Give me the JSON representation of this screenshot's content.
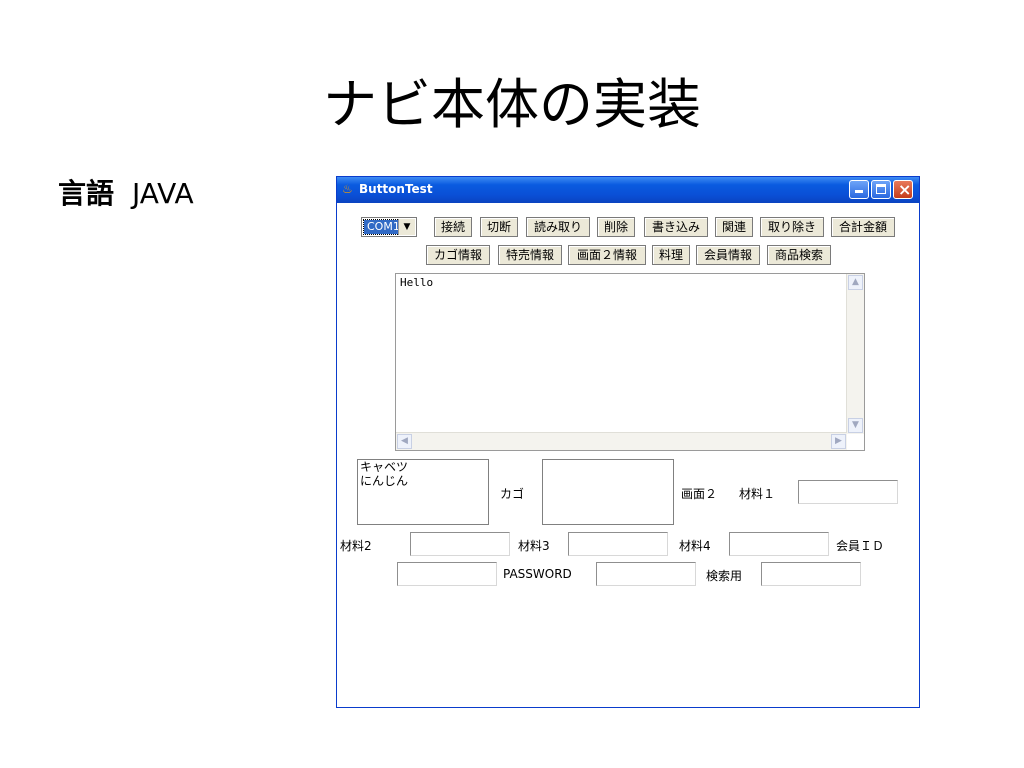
{
  "slide": {
    "title": "ナビ本体の実装",
    "bullet_bold": "言語",
    "bullet_text": "JAVA"
  },
  "window": {
    "title": "ButtonTest",
    "controls": {
      "minimize": "_",
      "maximize": "□",
      "close": "×"
    }
  },
  "toolbar": {
    "combo_value": "COM1",
    "row1": [
      "接続",
      "切断",
      "読み取り",
      "削除",
      "書き込み",
      "関連",
      "取り除き",
      "合計金額"
    ],
    "row2": [
      "カゴ情報",
      "特売情報",
      "画面２情報",
      "料理",
      "会員情報",
      "商品検索"
    ]
  },
  "textarea": {
    "value": "Hello"
  },
  "list1": {
    "items": [
      "キャベツ",
      "にんじん"
    ]
  },
  "labels": {
    "kago": "カゴ",
    "gamen2": "画面２",
    "zairyo1": "材料１",
    "zairyo2": "材料2",
    "zairyo3": "材料3",
    "zairyo4": "材料4",
    "kaiin_id": "会員ＩＤ",
    "password": "PASSWORD",
    "kensaku": "検索用"
  },
  "fields": {
    "zairyo1": "",
    "zairyo2": "",
    "zairyo3": "",
    "zairyo4": "",
    "kaiin_id": "",
    "password": "",
    "kensaku": ""
  }
}
